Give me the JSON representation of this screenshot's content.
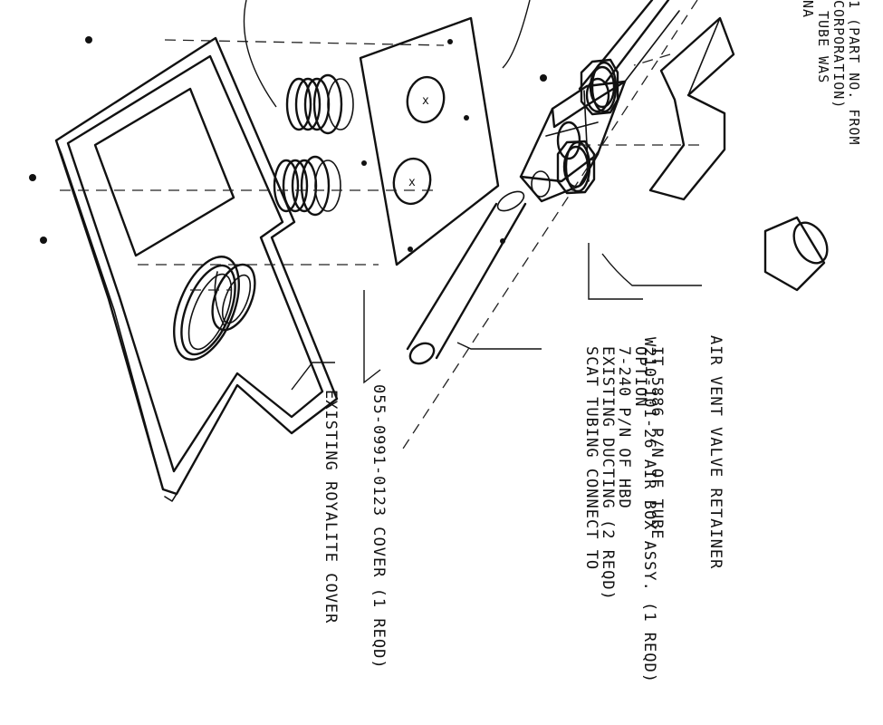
{
  "labels": {
    "top_right_line1": "1 (PART NO. FROM",
    "top_right_line2": "CORPORATION)",
    "top_right_line3": "TUBE WAS",
    "top_right_line4": "NA",
    "air_vent": "AIR VENT VALVE RETAINER",
    "air_box": "W210-101-26 AIR BOX ASSY. (1 REQD)",
    "scat_line1": "SCAT TUBING CONNECT TO",
    "scat_line2": "EXISTING DUCTING (2 REQD)",
    "scat_line3": "7-240 P/N OF HBD",
    "scat_line4": "OPTION",
    "scat_line5": "IT 5886 P/N OF TUBE",
    "cover_part": "055-0991-0123 COVER (1 REQD)",
    "existing_cover": "EXISTING ROYALITE COVER"
  },
  "marks": {
    "x_mark": "x"
  }
}
